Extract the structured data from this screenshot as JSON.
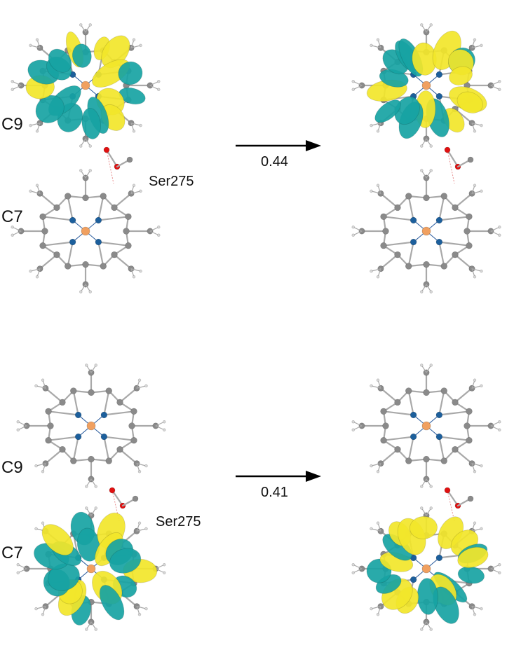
{
  "panels": [
    {
      "id": "top",
      "upper_molecule_label": "C9",
      "lower_molecule_label": "C7",
      "bridge_label": "Ser275",
      "transition_value": "0.44",
      "orbital_on": "upper"
    },
    {
      "id": "bottom",
      "upper_molecule_label": "C9",
      "lower_molecule_label": "C7",
      "bridge_label": "Ser275",
      "transition_value": "0.41",
      "orbital_on": "lower"
    }
  ],
  "colors": {
    "lobe_positive": "#f2e62a",
    "lobe_negative": "#17a3a3",
    "carbon": "#8a8a8a",
    "bond": "#a9a9a9",
    "nitrogen": "#1c5f9c",
    "oxygen": "#e01010",
    "metal": "#f0a060",
    "hydrogen": "#d8d8d8",
    "arrow": "#000000"
  }
}
